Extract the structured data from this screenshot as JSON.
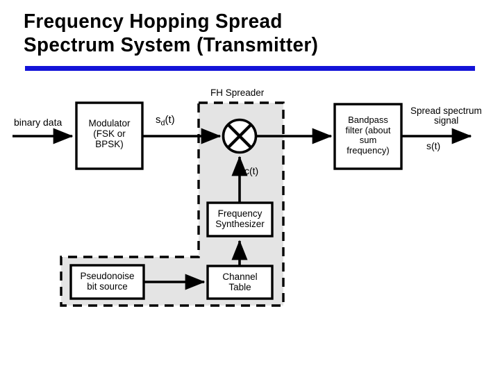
{
  "slide": {
    "title_lines": [
      "Frequency Hopping Spread",
      "Spectrum System (Transmitter)"
    ],
    "rule_color": "#1313d8",
    "background_color": "#ffffff"
  },
  "diagram": {
    "type": "block-diagram",
    "shaded_region_color": "#e4e4e4",
    "line_color": "#000000",
    "group_label": "FH Spreader",
    "blocks": [
      {
        "id": "modulator",
        "lines": [
          "Modulator",
          "(FSK or",
          "BPSK)"
        ]
      },
      {
        "id": "mixer",
        "lines": [],
        "shape": "circle-multiplier"
      },
      {
        "id": "bandpass",
        "lines": [
          "Bandpass",
          "filter (about",
          "sum",
          "frequency)"
        ]
      },
      {
        "id": "synthesizer",
        "lines": [
          "Frequency",
          "Synthesizer"
        ]
      },
      {
        "id": "channel-table",
        "lines": [
          "Channel",
          "Table"
        ]
      },
      {
        "id": "pseudonoise",
        "lines": [
          "Pseudonoise",
          "bit source"
        ]
      }
    ],
    "signals": {
      "input": "binary data",
      "modulated": "s",
      "modulated_sub": "d",
      "modulated_tail": "(t)",
      "hop_code": "c(t)",
      "output_name_line1": "Spread spectrum",
      "output_name_line2": "signal",
      "output_symbol": "s(t)"
    }
  }
}
